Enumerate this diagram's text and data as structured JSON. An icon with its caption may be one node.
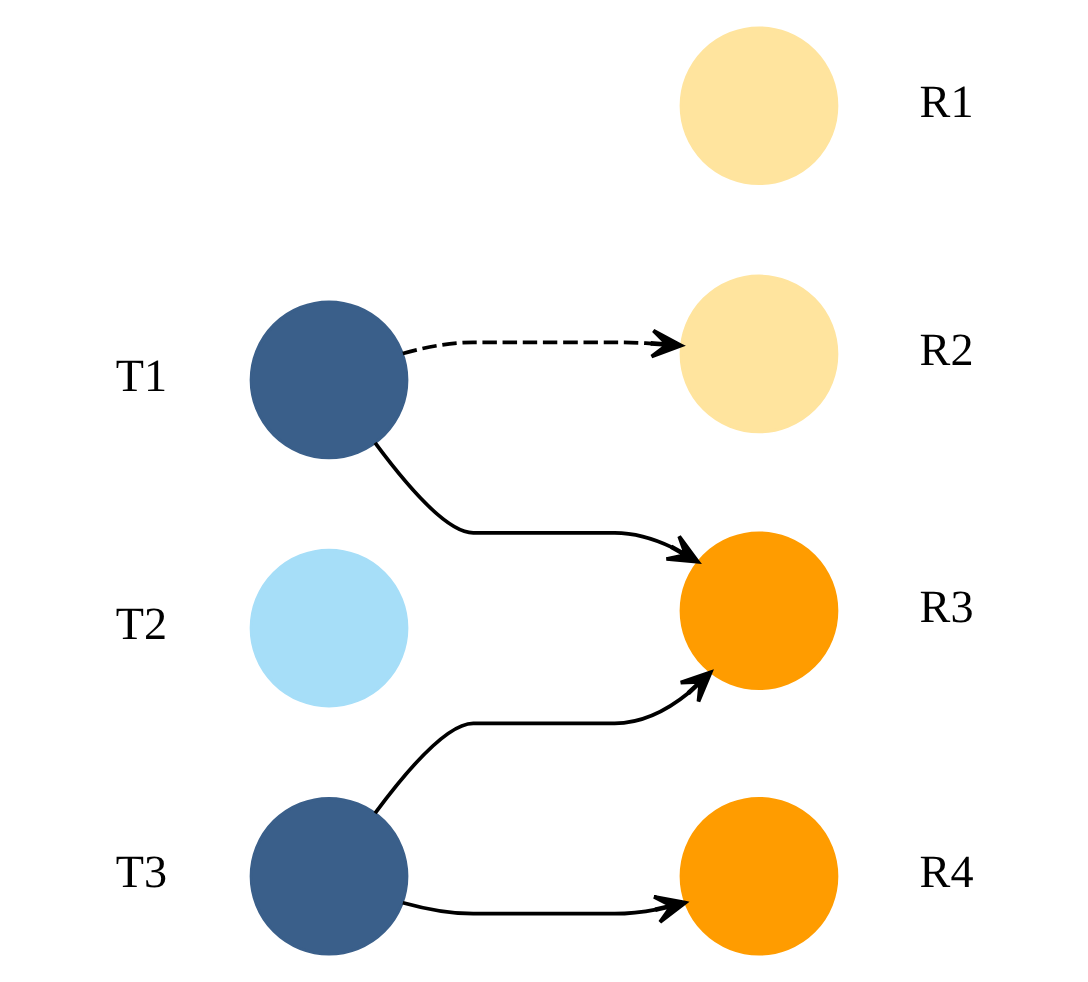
{
  "diagram": {
    "nodes": [
      {
        "text": [],
        "shape": "circle",
        "beside": [
          "T1"
        ]
      },
      {
        "text": [],
        "shape": "circle",
        "beside": [
          "T2"
        ]
      },
      {
        "text": [],
        "shape": "circle",
        "beside": [
          "T3"
        ]
      },
      {
        "text": [],
        "shape": "circle",
        "beside": [
          "R1"
        ]
      },
      {
        "text": [],
        "shape": "circle",
        "beside": [
          "R2"
        ]
      },
      {
        "text": [],
        "shape": "circle",
        "beside": [
          "R3"
        ]
      },
      {
        "text": [],
        "shape": "circle",
        "beside": [
          "R4"
        ]
      }
    ],
    "edges": [
      {
        "from": 0,
        "to": 4,
        "arrow": "to",
        "style": "dashed"
      },
      {
        "from": 0,
        "to": 5,
        "arrow": "to"
      },
      {
        "from": 2,
        "to": 5,
        "arrow": "to"
      },
      {
        "from": 2,
        "to": 6,
        "arrow": "to"
      }
    ]
  }
}
